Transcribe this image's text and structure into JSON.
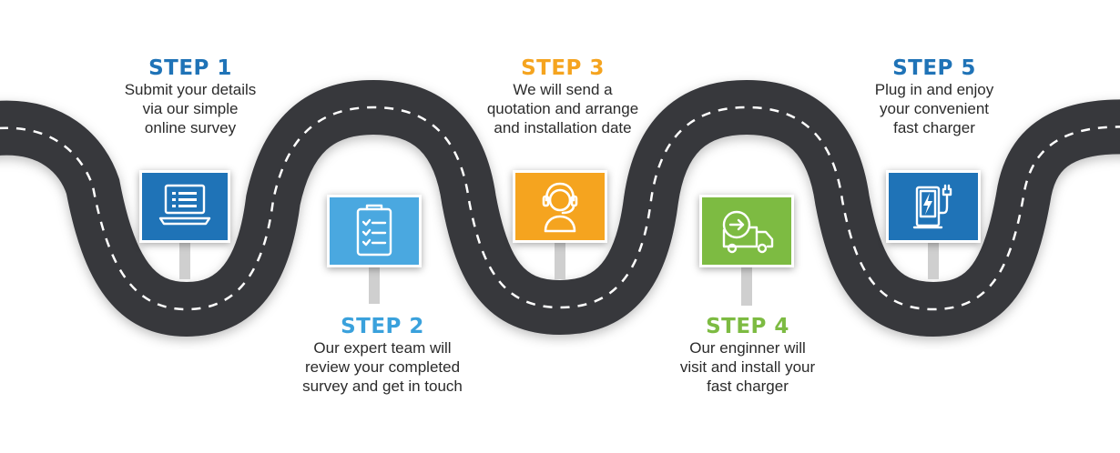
{
  "colors": {
    "step1": "#1f73b7",
    "step2": "#3aa1dc",
    "step3": "#f5a41f",
    "step4": "#7dbb42",
    "step5": "#1f73b7",
    "road": "#3b3c41"
  },
  "steps": [
    {
      "title": "STEP 1",
      "lines": [
        "Submit your details",
        "via our simple",
        "online survey"
      ],
      "icon": "laptop-checklist-icon"
    },
    {
      "title": "STEP 2",
      "lines": [
        "Our expert team will",
        "review your completed",
        "survey and get in touch"
      ],
      "icon": "clipboard-checklist-icon"
    },
    {
      "title": "STEP 3",
      "lines": [
        "We will send a",
        "quotation and arrange",
        "and installation date"
      ],
      "icon": "headset-agent-icon"
    },
    {
      "title": "STEP 4",
      "lines": [
        "Our enginner will",
        "visit and install your",
        "fast charger"
      ],
      "icon": "delivery-truck-icon"
    },
    {
      "title": "STEP 5",
      "lines": [
        "Plug in and enjoy",
        "your convenient",
        "fast charger"
      ],
      "icon": "ev-charger-icon"
    }
  ]
}
